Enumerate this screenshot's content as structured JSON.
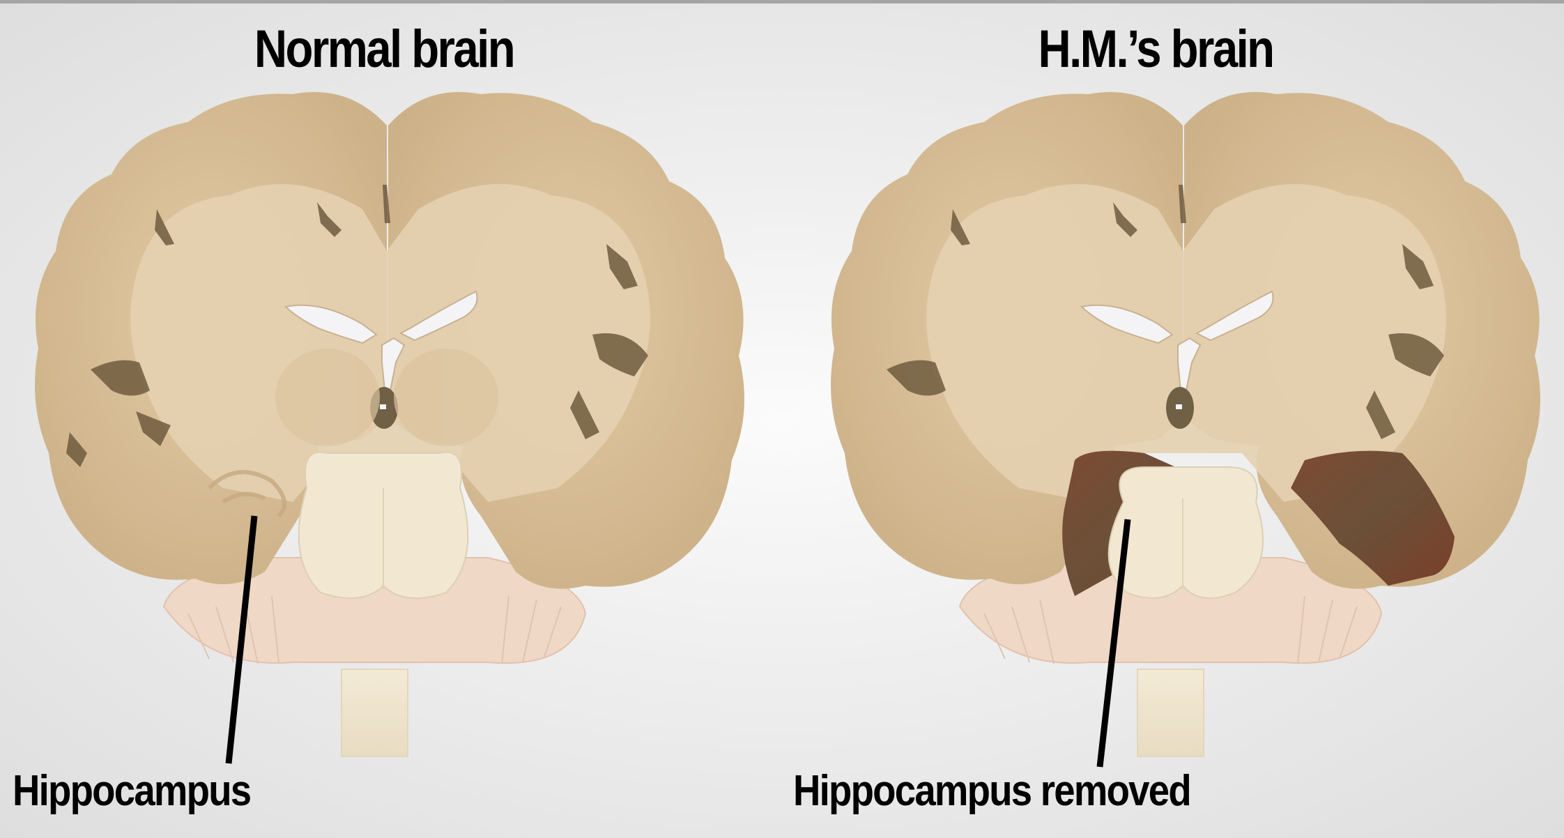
{
  "figure": {
    "panels": [
      {
        "id": "normal",
        "title": "Normal brain",
        "label": "Hippocampus",
        "hippocampus_state": "present"
      },
      {
        "id": "hm",
        "title": "H.M.’s brain",
        "label": "Hippocampus removed",
        "hippocampus_state": "removed"
      }
    ]
  },
  "colors": {
    "background": "#ececec",
    "top_rule": "#a5a5a5",
    "gray_matter": "#d2b892",
    "white_matter": "#e6d3b4",
    "sulci_dark": "#6f5c3e",
    "ventricle": "#f4f4f6",
    "brainstem": "#f0e6cf",
    "cerebellum": "#efd6c4",
    "removed_cavity": "#7a4a32",
    "label_text": "#000000",
    "pointer_line": "#000000"
  }
}
